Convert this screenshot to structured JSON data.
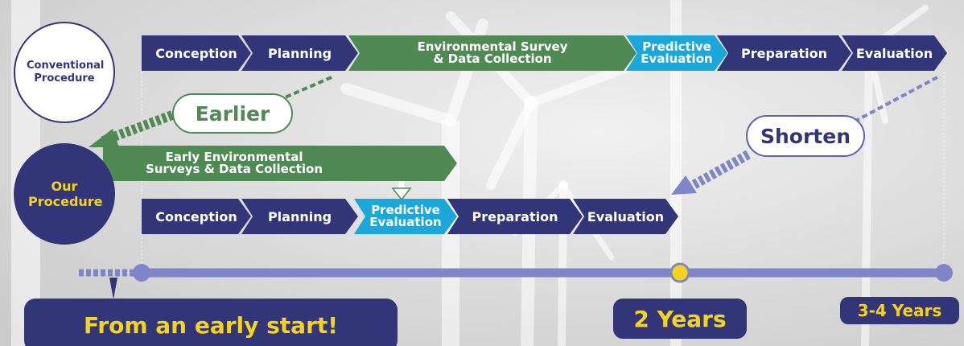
{
  "conventional": {
    "label": "Conventional Procedure",
    "stages": [
      "Conception",
      "Planning",
      "Environmental Survey & Data Collection",
      "Predictive Evaluation",
      "Preparation",
      "Evaluation"
    ]
  },
  "ours": {
    "label": "Our Procedure",
    "early_survey": "Early Environmental Surveys & Data Collection",
    "stages": [
      "Conception",
      "Planning",
      "Predictive Evaluation",
      "Preparation",
      "Evaluation"
    ]
  },
  "callouts": {
    "earlier": "Earlier",
    "shorten": "Shorten"
  },
  "timeline": {
    "start": "From an early start!",
    "mid": "2 Years",
    "end": "3-4 Years"
  },
  "colors": {
    "navy": "#323679",
    "green": "#4f8a55",
    "cyan": "#1ba7da",
    "timeline": "#7f85c9",
    "yellow": "#f5d31e"
  }
}
